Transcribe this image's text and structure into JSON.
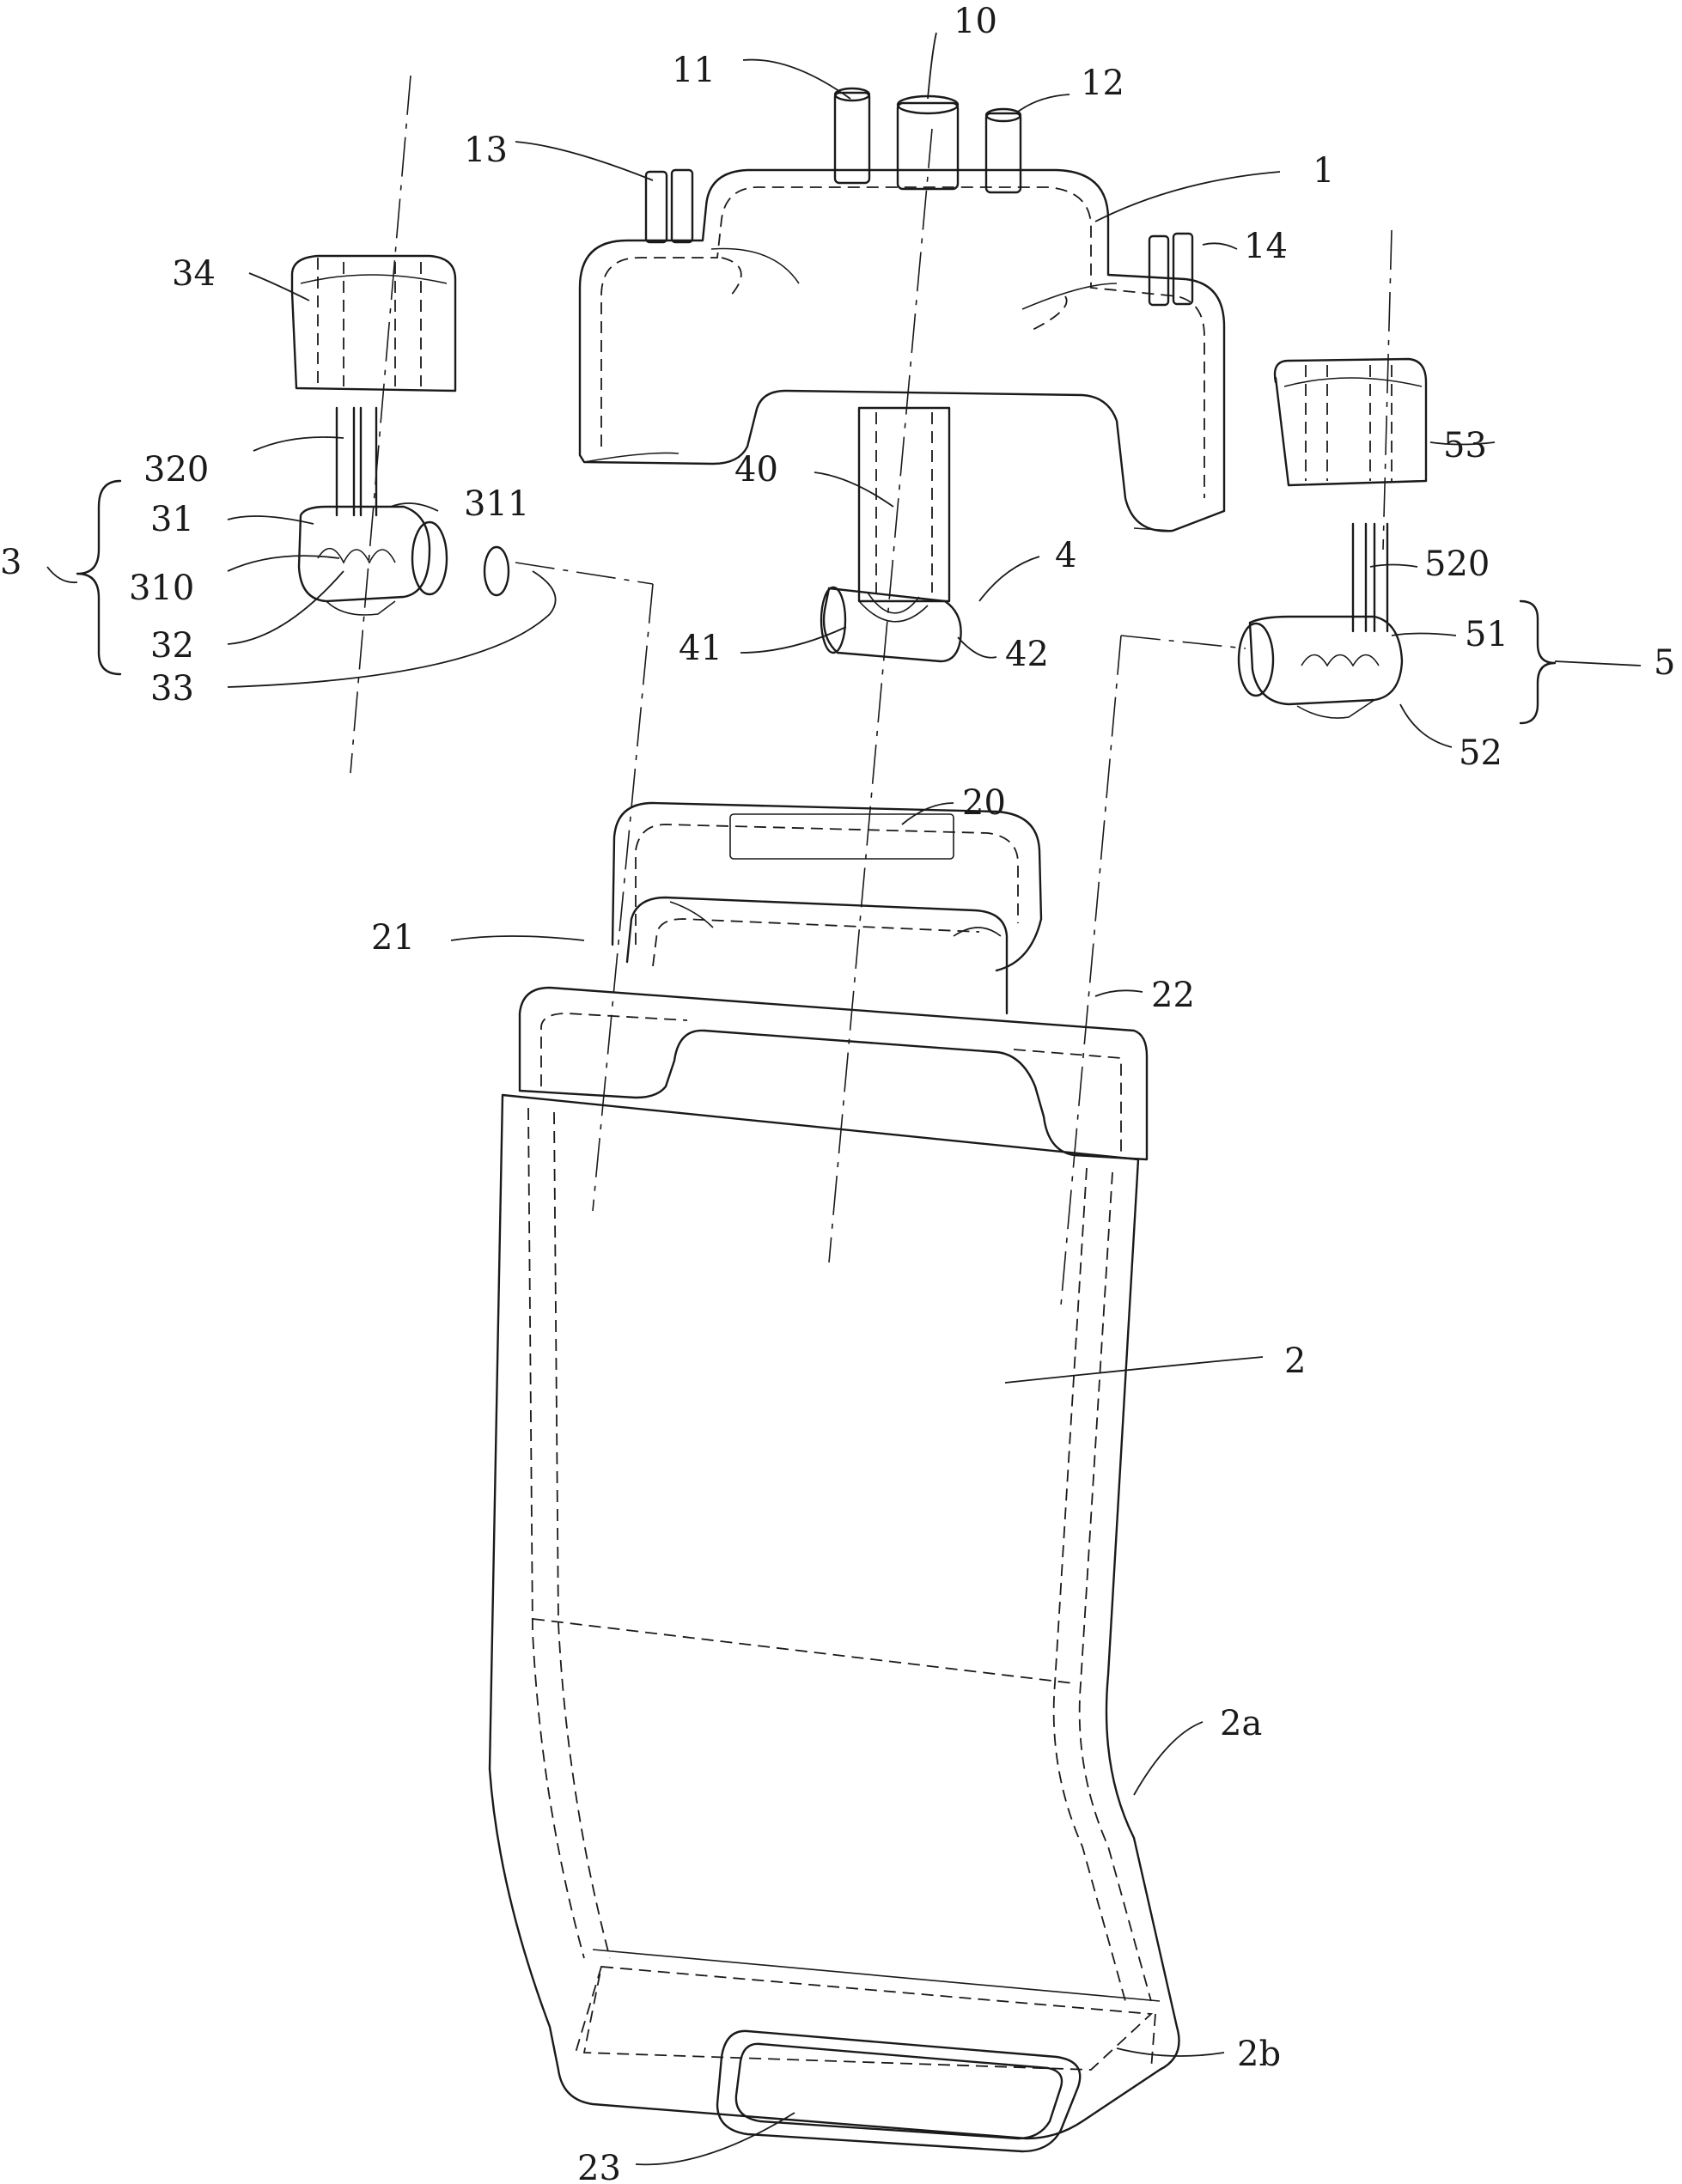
{
  "labels": {
    "l1": "1",
    "l10": "10",
    "l11": "11",
    "l12": "12",
    "l13": "13",
    "l14": "14",
    "l34": "34",
    "l53": "53",
    "l320": "320",
    "l31": "31",
    "l311": "311",
    "l3": "3",
    "l310": "310",
    "l32": "32",
    "l33": "33",
    "l40": "40",
    "l4": "4",
    "l41": "41",
    "l42": "42",
    "l520": "520",
    "l51": "51",
    "l5": "5",
    "l52": "52",
    "l20": "20",
    "l21": "21",
    "l22": "22",
    "l2": "2",
    "l2a": "2a",
    "l2b": "2b",
    "l23": "23"
  }
}
